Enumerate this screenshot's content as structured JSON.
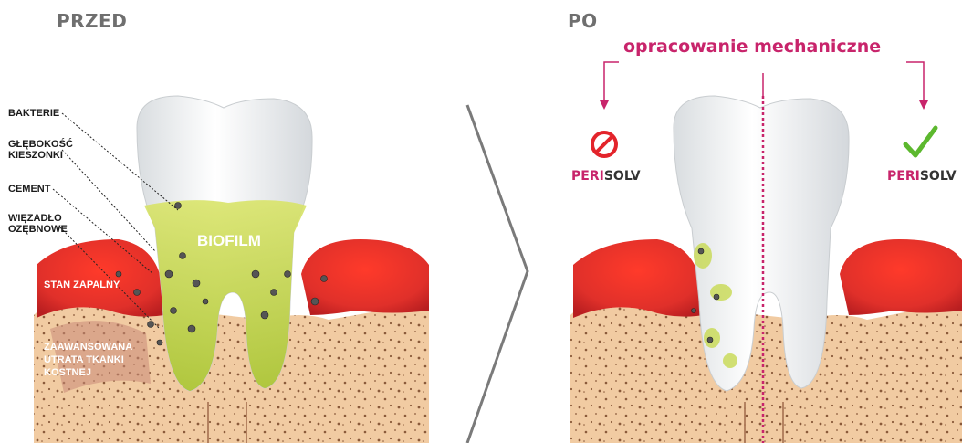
{
  "headers": {
    "before": "PRZED",
    "after": "PO"
  },
  "labels": {
    "bacteria": "BAKTERIE",
    "pocket_depth_1": "GŁĘBOKOŚĆ",
    "pocket_depth_2": "KIESZONKI",
    "cement": "CEMENT",
    "ligament_1": "WIĘZADŁO",
    "ligament_2": "OZĘBNOWE",
    "biofilm": "BIOFILM",
    "inflammation": "STAN ZAPALNY",
    "bone_loss_1": "ZAAWANSOWANA",
    "bone_loss_2": "UTRATA TKANKI",
    "bone_loss_3": "KOSTNEJ"
  },
  "mechanical": "opracowanie mechaniczne",
  "brand": {
    "part1": "PERI",
    "part2": "SOLV"
  },
  "colors": {
    "accent": "#c8246b",
    "gum_red": "#e03636",
    "bone": "#f0c9a0",
    "biofilm": "#b9d12e",
    "header": "#6f6f6f"
  },
  "icons": {
    "left": "prohibited-icon",
    "right": "checkmark-icon"
  }
}
